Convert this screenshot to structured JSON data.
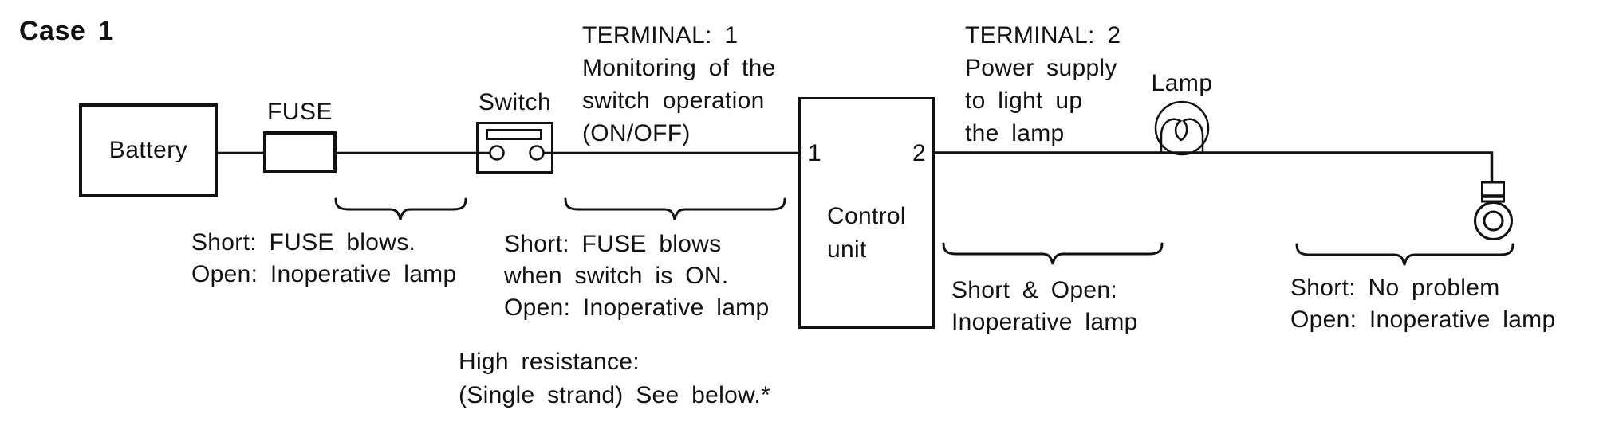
{
  "title": "Case 1",
  "components": {
    "battery": "Battery",
    "fuse": "FUSE",
    "switch": "Switch",
    "control_unit": [
      "Control",
      "unit"
    ],
    "lamp": "Lamp",
    "terminal_1_pin": "1",
    "terminal_2_pin": "2"
  },
  "terminal_notes": {
    "terminal_1": [
      "TERMINAL: 1",
      "Monitoring of the",
      "switch operation",
      "(ON/OFF)"
    ],
    "terminal_2": [
      "TERMINAL: 2",
      "Power supply",
      "to light up",
      "the lamp"
    ]
  },
  "fault_annotations": {
    "battery_to_switch": [
      "Short: FUSE blows.",
      "Open: Inoperative lamp"
    ],
    "switch_to_control_unit": [
      "Short: FUSE blows",
      "when switch is ON.",
      "Open: Inoperative lamp"
    ],
    "control_unit_to_lamp": [
      "Short & Open:",
      "Inoperative lamp"
    ],
    "lamp_to_ground": [
      "Short: No problem",
      "Open: Inoperative lamp"
    ],
    "high_resistance": [
      "High resistance:",
      "(Single strand) See below.*"
    ]
  },
  "colors": {
    "ink": "#111111",
    "background": "#ffffff"
  }
}
